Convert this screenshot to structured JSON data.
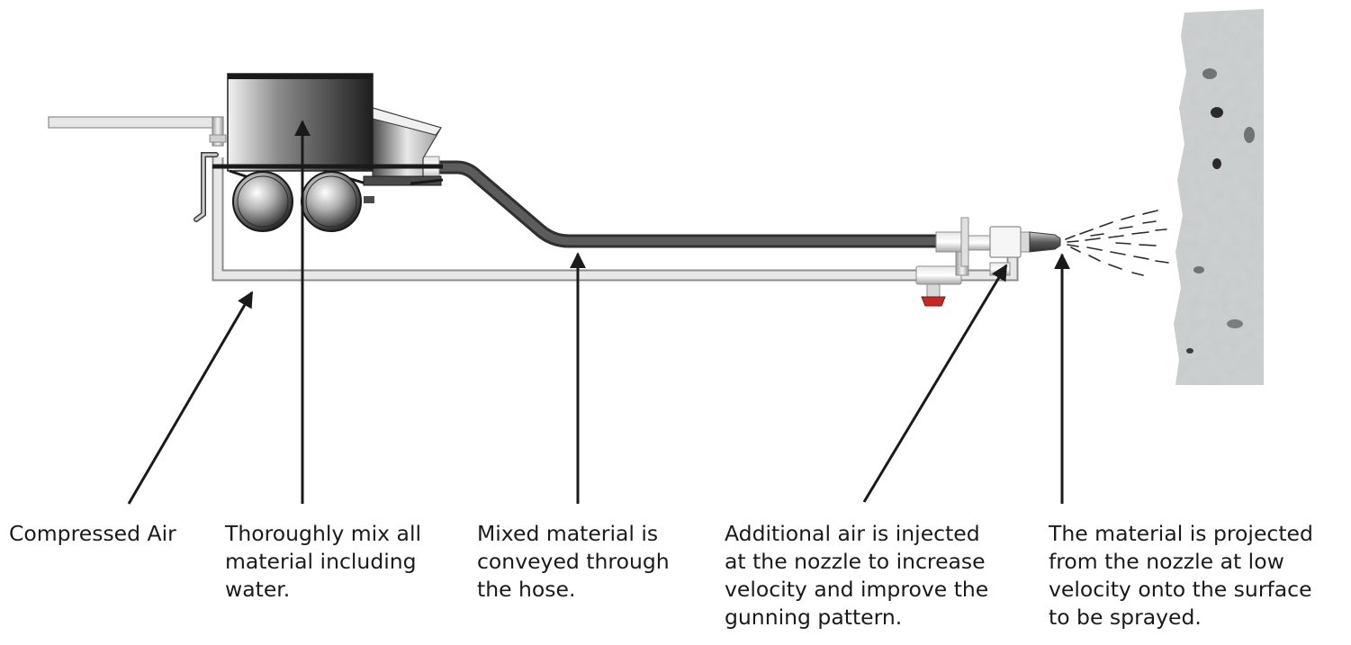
{
  "labels": {
    "compressed_air": [
      "Compressed Air"
    ],
    "mixing": [
      "Thoroughly mix all",
      "material including",
      "water."
    ],
    "hose": [
      "Mixed material is",
      "conveyed through",
      "the hose."
    ],
    "additional_air": [
      "Additional air is injected",
      "at the nozzle to increase",
      "velocity and improve the",
      "gunning pattern."
    ],
    "projection": [
      "The material is projected",
      "from the nozzle at low",
      "velocity onto the surface",
      "to be sprayed."
    ]
  },
  "colors": {
    "text": "#1a1a1a",
    "arrow": "#1a1a1a",
    "hose": "#4a4a4a",
    "air_pipe": "#d9d9d9",
    "valve": "#c62828",
    "wall": "#c9cccc"
  }
}
